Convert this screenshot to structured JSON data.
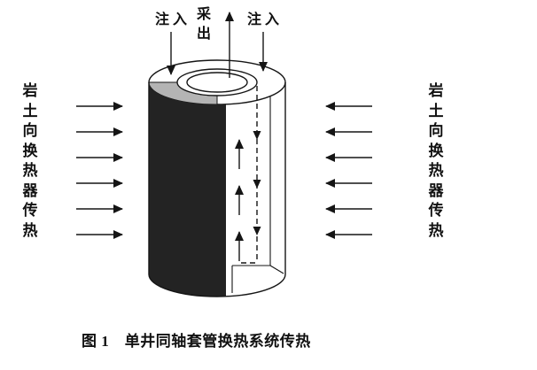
{
  "figure": {
    "caption": "图 1　单井同轴套管换热系统传热"
  },
  "labels": {
    "inject_left": "注 入",
    "extract_center": "采出",
    "inject_right": "注 入",
    "heat_left": "岩土向换热器传热",
    "heat_right": "岩土向换热器传热"
  },
  "colors": {
    "background": "#ffffff",
    "line": "#151515",
    "casing_front": "#232323",
    "rim_shade": "#b4b4b4"
  }
}
